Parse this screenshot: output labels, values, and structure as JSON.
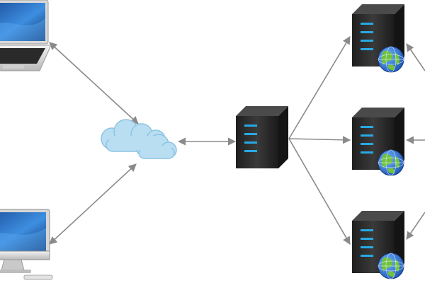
{
  "diagram": {
    "type": "network-topology",
    "nodes": [
      {
        "id": "laptop",
        "icon": "laptop-icon",
        "label": ""
      },
      {
        "id": "desktop",
        "icon": "desktop-computer-icon",
        "label": ""
      },
      {
        "id": "cloud",
        "icon": "cloud-icon",
        "label": ""
      },
      {
        "id": "load_balancer",
        "icon": "server-icon",
        "label": ""
      },
      {
        "id": "web_server_1",
        "icon": "web-server-icon",
        "label": ""
      },
      {
        "id": "web_server_2",
        "icon": "web-server-icon",
        "label": ""
      },
      {
        "id": "web_server_3",
        "icon": "web-server-icon",
        "label": ""
      }
    ],
    "edges": [
      {
        "from": "laptop",
        "to": "cloud",
        "direction": "both"
      },
      {
        "from": "desktop",
        "to": "cloud",
        "direction": "both"
      },
      {
        "from": "cloud",
        "to": "load_balancer",
        "direction": "both"
      },
      {
        "from": "load_balancer",
        "to": "web_server_1",
        "direction": "to"
      },
      {
        "from": "load_balancer",
        "to": "web_server_2",
        "direction": "to"
      },
      {
        "from": "load_balancer",
        "to": "web_server_3",
        "direction": "to"
      }
    ],
    "colors": {
      "arrow": "#8a8a8a",
      "cloud_fill": "#b9def2",
      "cloud_stroke": "#8cc4e4",
      "server_body": "#2b2b2b",
      "server_light": "#27a9e3",
      "globe_ocean": "#2c6fd1",
      "globe_land": "#6fc13e"
    }
  }
}
